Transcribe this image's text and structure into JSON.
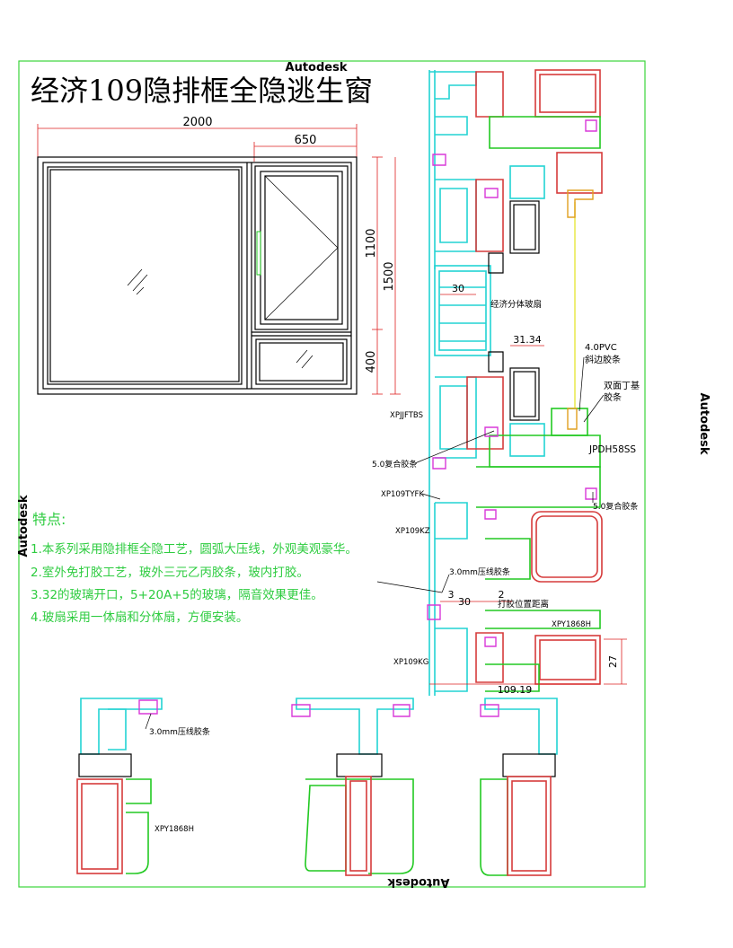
{
  "title": "经济109隐排框全隐逃生窗",
  "watermark": "Autodesk",
  "dimensions": {
    "total_width": "2000",
    "sash_width": "650",
    "sash_height": "1100",
    "total_height": "1500",
    "fixed_height": "400",
    "d_30": "30",
    "d_3134": "31.34",
    "d_3": "3",
    "d_30b": "30",
    "d_2": "2",
    "d_27": "27",
    "d_10919": "109.19"
  },
  "labels": {
    "split_glass_sash": "经济分体玻扇",
    "pvc_line1": "4.0PVC",
    "pvc_line2": "斜边胶条",
    "tape_line1": "双面丁基",
    "tape_line2": "胶条",
    "xpjjftbs": "XPJJFTBS",
    "jpdh58ss": "JPDH58SS",
    "composite_strip_left": "5.0复合胶条",
    "composite_strip_right": "5.0复合胶条",
    "xp109tyfk": "XP109TYFK",
    "xp109kz": "XP109KZ",
    "bead_strip": "3.0mm压线胶条",
    "glue_position": "打胶位置距离",
    "xpy1868h": "XPY1868H",
    "xp109kg": "XP109KG",
    "bead_strip_bottom": "3.0mm压线胶条",
    "xpy1868h_bottom": "XPY1868H"
  },
  "features": {
    "heading": "特点:",
    "items": [
      "1.本系列采用隐排框全隐工艺，圆弧大压线，外观美观豪华。",
      "2.室外免打胶工艺，玻外三元乙丙胶条，玻内打胶。",
      "3.32的玻璃开口，5+20A+5的玻璃，隔音效果更佳。",
      "4.玻扇采用一体扇和分体扇，方便安装。"
    ]
  },
  "colors": {
    "accent_green": "#2ecc40",
    "cyan": "#22d3d3",
    "red": "#d63b3b",
    "magenta": "#d838d8",
    "frame": "#3bd43b"
  }
}
